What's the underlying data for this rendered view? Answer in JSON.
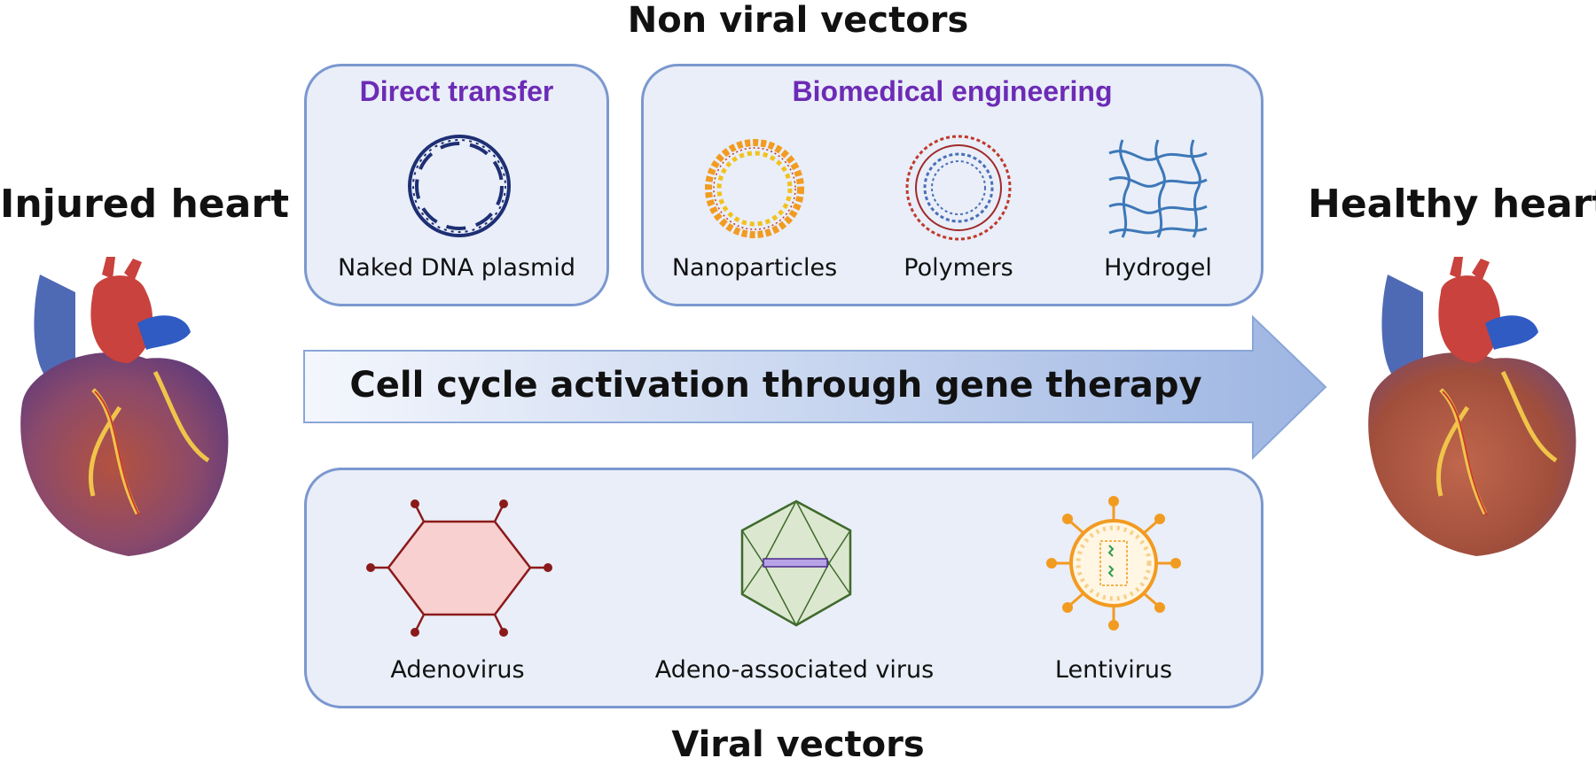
{
  "headings": {
    "top": "Non viral vectors",
    "bottom": "Viral vectors",
    "left": "Injured heart",
    "right": "Healthy heart"
  },
  "arrow": {
    "label": "Cell cycle activation through gene therapy"
  },
  "non_viral": {
    "direct_transfer": {
      "title": "Direct transfer",
      "items": [
        {
          "label": "Naked DNA plasmid",
          "icon": "dna-plasmid-icon"
        }
      ]
    },
    "biomedical_engineering": {
      "title": "Biomedical engineering",
      "items": [
        {
          "label": "Nanoparticles",
          "icon": "nanoparticle-icon"
        },
        {
          "label": "Polymers",
          "icon": "polymer-icon"
        },
        {
          "label": "Hydrogel",
          "icon": "hydrogel-icon"
        }
      ]
    }
  },
  "viral": {
    "items": [
      {
        "label": "Adenovirus",
        "icon": "adenovirus-icon"
      },
      {
        "label": "Adeno-associated virus",
        "icon": "aav-icon"
      },
      {
        "label": "Lentivirus",
        "icon": "lentivirus-icon"
      }
    ]
  },
  "colors": {
    "panel_fill": "#e9eef8",
    "panel_border": "#7b98cf",
    "panel_title": "#6c2bb5",
    "arrow_start": "#f4f7fd",
    "arrow_end": "#9db5e2"
  }
}
